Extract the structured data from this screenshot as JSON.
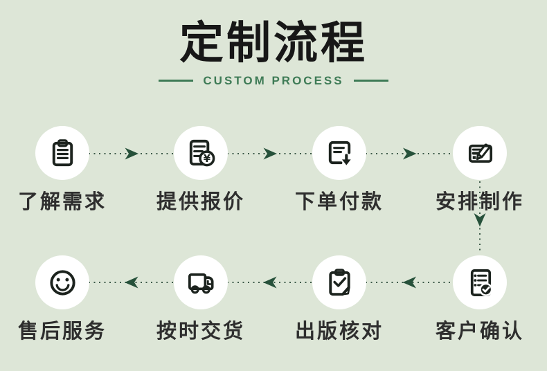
{
  "page": {
    "background_color": "#dde6d7",
    "accent_green": "#3e7b56",
    "arrow_green": "#26513a",
    "dot_line_color": "#3d5a49",
    "title_color": "#171717",
    "label_color": "#2e2e2e",
    "circle_color": "#ffffff"
  },
  "header": {
    "title": "定制流程",
    "subtitle": "CUSTOM PROCESS"
  },
  "steps": [
    {
      "label": "了解需求",
      "icon": "clipboard-icon"
    },
    {
      "label": "提供报价",
      "icon": "quote-yen-icon"
    },
    {
      "label": "下单付款",
      "icon": "order-download-icon"
    },
    {
      "label": "安排制作",
      "icon": "edit-form-icon"
    },
    {
      "label": "客户确认",
      "icon": "checklist-confirmed-icon"
    },
    {
      "label": "出版核对",
      "icon": "clipboard-check-icon"
    },
    {
      "label": "按时交货",
      "icon": "truck-icon"
    },
    {
      "label": "售后服务",
      "icon": "smiley-icon"
    }
  ],
  "flow": {
    "row1_direction": "left-to-right",
    "row2_direction": "right-to-left"
  }
}
